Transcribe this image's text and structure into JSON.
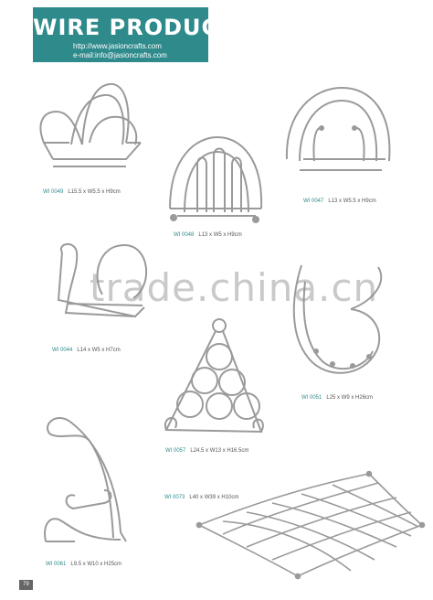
{
  "header": {
    "title": "WIRE PRODUCT",
    "website": "http://www.jasioncrafts.com",
    "email": "e-mail:info@jasioncrafts.com"
  },
  "products": [
    {
      "code": "WI 0049",
      "size": "L15.5 x W5.5 x H9cm"
    },
    {
      "code": "WI 0048",
      "size": "L13 x W5 x H9cm"
    },
    {
      "code": "WI 0047",
      "size": "L13 x W5.5 x H9cm"
    },
    {
      "code": "WI 0044",
      "size": "L14 x W5 x H7cm"
    },
    {
      "code": "WI 0057",
      "size": "L24.5 x W13 x H16.5cm"
    },
    {
      "code": "WI 0051",
      "size": "L25 x W9 x H26cm"
    },
    {
      "code": "WI 0061",
      "size": "L9.5 x W10 x H25cm"
    },
    {
      "code": "WI 0073",
      "size": "L40 x W39 x H10cm"
    }
  ],
  "watermark": "trade.china.cn",
  "page_number": "79",
  "colors": {
    "banner": "#2f8a8c",
    "wire": "#9a9a9a"
  }
}
